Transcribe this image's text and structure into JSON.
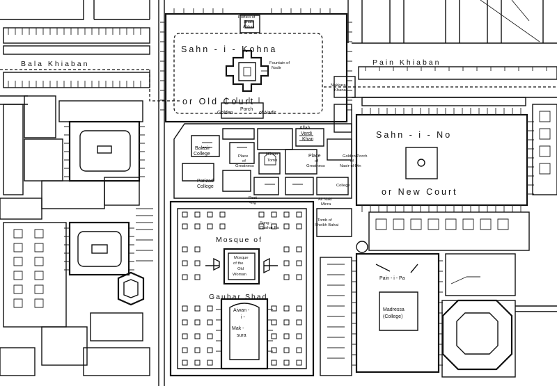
{
  "labels": {
    "bala_khiaban": "Bala  Khiaban",
    "pain_khiaban": "Pain  Khiaban",
    "sahn_kohna": "Sahn - i - Kohna",
    "old_court": "or  Old  Court",
    "sahn_no": "Sahn - i - No",
    "new_court": "or  New  Court",
    "portico_1": "Portico of",
    "portico_2": "Shah",
    "portico_3": "Abbas",
    "fountain_1": "Fountain of",
    "fountain_2": "Nadir",
    "nakkara_1": "Nakkara",
    "nakkara_2": "Khana",
    "golden": "Golden",
    "porch_of": "Porch",
    "of_nadir": "of  Nadir",
    "allah_1": "Allah",
    "allah_2": "Verdi",
    "allah_3": "Khan",
    "balasir_1": "Balasir",
    "balasir_2": "College",
    "place_1": "Place",
    "place_2": "of",
    "place_3": "Greatness",
    "haram_1": "Haram",
    "haram_2": "Tomb",
    "place_b1": "Place",
    "place_b2": "of",
    "place_b3": "Greatness",
    "golden_porch_1": "Golden Porch",
    "golden_porch_2": "of",
    "golden_porch_3": "Nasir-ul-Din",
    "parizad_1": "Parizad",
    "parizad_2": "College",
    "college": "College",
    "ali_naki_1": "Ali Naki",
    "ali_naki_2": "Mirza",
    "rest_1": "Rest",
    "rest_2": "-ing",
    "song_1": "Song -",
    "song_2": "Chahar Pa",
    "sheikh_1": "Tomb of",
    "sheikh_2": "Sheikh Bahai",
    "mosque_of": "Mosque  of",
    "old_woman_1": "Mosque",
    "old_woman_2": "of the",
    "old_woman_3": "Old",
    "old_woman_4": "Woman",
    "gauhar_shad": "Gauhar  Shad",
    "aiwan_1": "Aiwan -",
    "aiwan_2": "i -",
    "aiwan_3": "Mak -",
    "aiwan_4": "sura",
    "pain_i_pa": "Pain - i - Pa",
    "madressa_1": "Madressa",
    "madressa_2": "(College)"
  }
}
